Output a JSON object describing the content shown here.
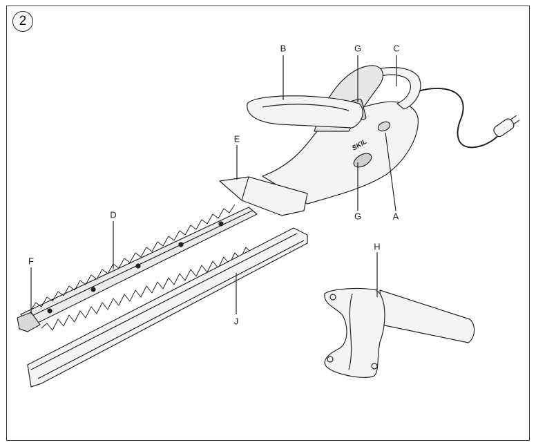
{
  "figure_number": "2",
  "callouts": {
    "A": "A",
    "B": "B",
    "C": "C",
    "D": "D",
    "E": "E",
    "F": "F",
    "G_top": "G",
    "G_bottom": "G",
    "H": "H",
    "J": "J"
  },
  "brand_mark": "SKIL",
  "colors": {
    "line": "#222222",
    "fill": "#f4f4f4",
    "shade": "#d9d9d9"
  }
}
